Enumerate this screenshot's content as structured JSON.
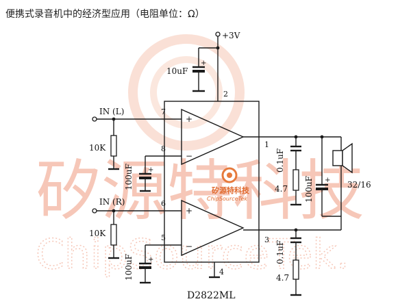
{
  "title": "便携式录音机中的经济型应用（电阻单位：Ω）",
  "watermark": {
    "logo_text": "矽源特科技",
    "logo_sub": "ChipSourceTek",
    "big_text": "矽源特科技",
    "latin_text": "ChipSourceTek."
  },
  "supply": {
    "label": "+3V"
  },
  "supply_cap": {
    "label": "10uF",
    "plus": "+"
  },
  "inputs": [
    {
      "label": "IN (L)",
      "pin_in": "7",
      "pin_fb": "8",
      "resistor": "10K",
      "cap": "100uF"
    },
    {
      "label": "IN (R)",
      "pin_in": "6",
      "pin_fb": "5",
      "resistor": "10K",
      "cap": "100uF"
    }
  ],
  "amp_signs": {
    "plus": "+",
    "minus": "−"
  },
  "pins": {
    "vcc": "2",
    "out1": "1",
    "out2": "3",
    "gnd": "4"
  },
  "zobel": [
    {
      "cap": "0.1uF",
      "res": "4.7"
    },
    {
      "cap": "0.1uF",
      "res": "4.7"
    }
  ],
  "output_cap": {
    "label": "100uF",
    "plus": "+"
  },
  "speaker": {
    "label": "32/16"
  },
  "chip": {
    "label": "D2822ML"
  },
  "colors": {
    "wire": "#1a1a1a",
    "watermark": "#f6c7b8",
    "logo": "#e67a3c"
  }
}
